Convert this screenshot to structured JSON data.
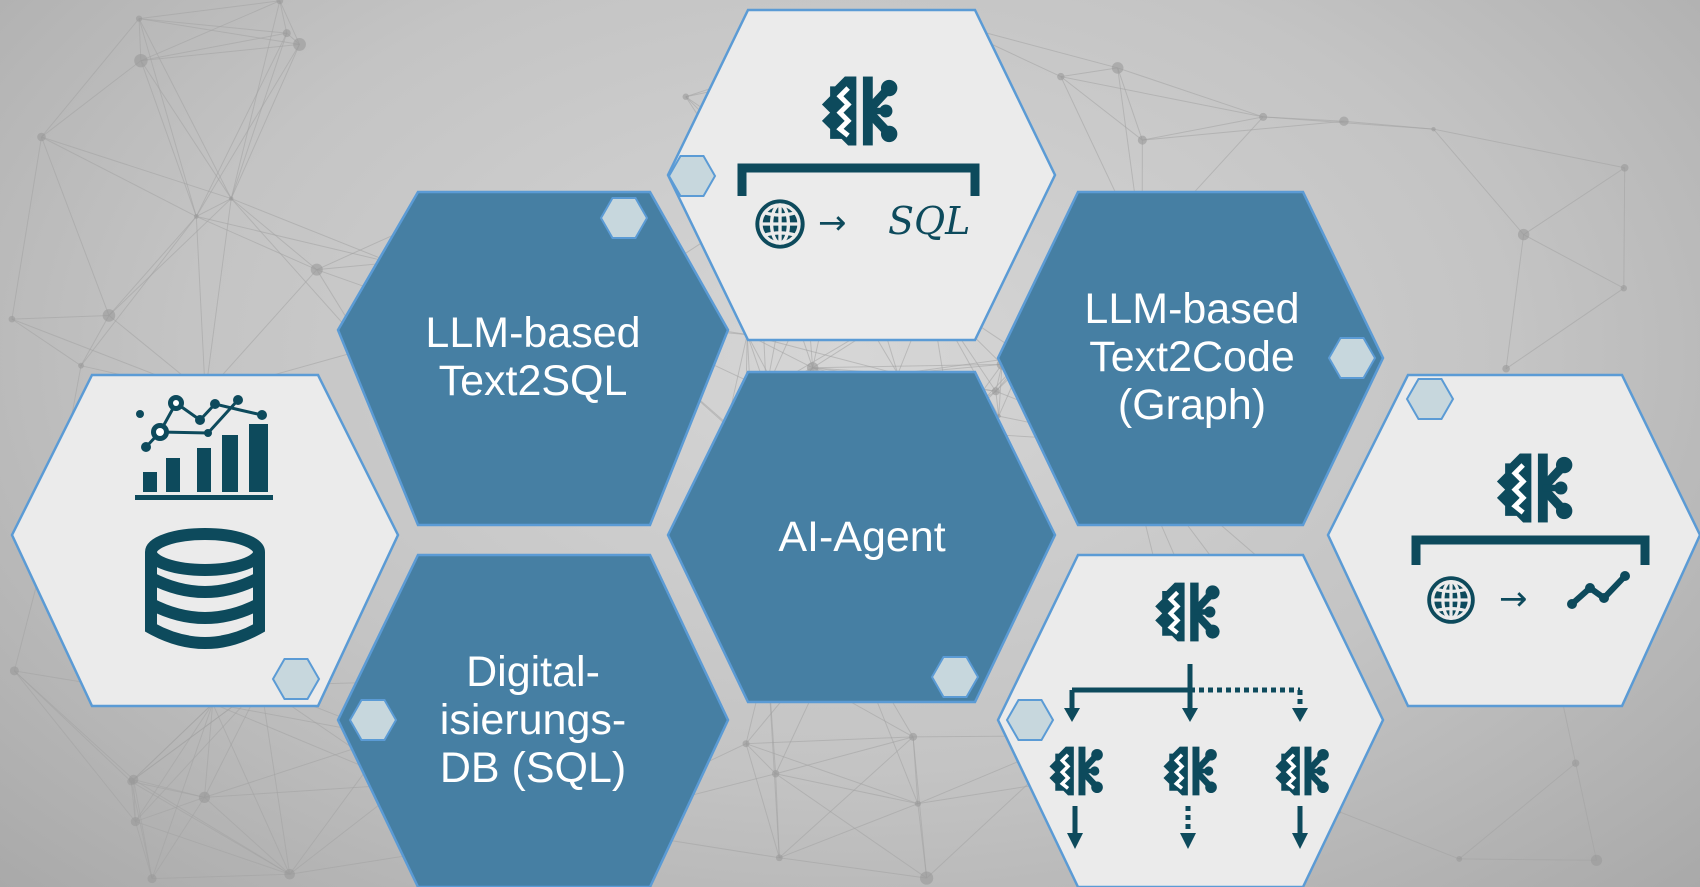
{
  "hexagons": {
    "text2sql": {
      "label_line1": "LLM-based",
      "label_line2": "Text2SQL"
    },
    "agent": {
      "label": "AI-Agent"
    },
    "text2code": {
      "label_line1": "LLM-based",
      "label_line2": "Text2Code",
      "label_line3": "(Graph)"
    },
    "database": {
      "label_line1": "Digital-",
      "label_line2": "isierungs-",
      "label_line3": "DB (SQL)"
    },
    "sql_formula": {
      "arrow": "→",
      "target": "SQL"
    },
    "graph_formula": {
      "arrow": "→"
    }
  },
  "colors": {
    "dark_hex": "#467fa3",
    "light_hex": "#ebebeb",
    "hex_border": "#5b9bd5",
    "icon": "#0d4a5c",
    "small_hex": "#c7d7dd",
    "network_line": "#a3a3a3"
  },
  "icons": [
    "brain-icon",
    "globe-icon",
    "analytics-chart-icon",
    "database-icon",
    "line-trend-icon"
  ]
}
